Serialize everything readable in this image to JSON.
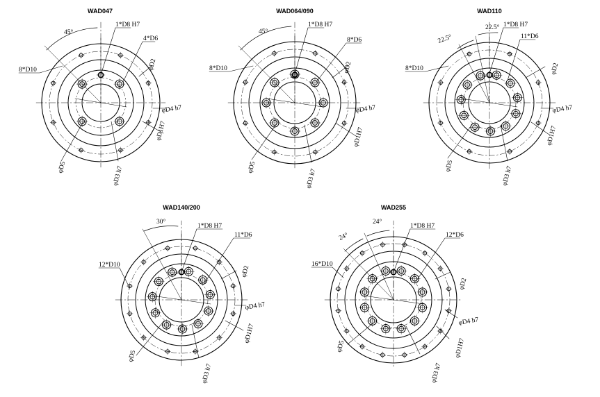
{
  "drawings": [
    {
      "title": "WAD047",
      "angles": [
        "45°"
      ],
      "labels": {
        "pin": "1*D8 H7",
        "holes": "4*D6",
        "outer_holes": "8*D10",
        "d2": "φD2",
        "d4": "φD4 h7",
        "d1": "φD1H7",
        "d3": "φD3 h7",
        "d5": "φD5"
      }
    },
    {
      "title": "WAD064/090",
      "angles": [
        "45°"
      ],
      "labels": {
        "pin": "1*D8 H7",
        "holes": "8*D6",
        "outer_holes": "8*D10",
        "d2": "φD2",
        "d4": "φD4 h7",
        "d1": "φD1H7",
        "d3": "φD3 h7",
        "d5": "φD5"
      }
    },
    {
      "title": "WAD110",
      "angles": [
        "22.5°",
        "22.5°"
      ],
      "labels": {
        "pin": "1*D8 H7",
        "holes": "11*D6",
        "outer_holes": "8*D10",
        "d2": "φD2",
        "d4": "φD4 h7",
        "d1": "φD1H7",
        "d3": "φD3 h7",
        "d5": "φD5"
      }
    },
    {
      "title": "WAD140/200",
      "angles": [
        "30°"
      ],
      "labels": {
        "pin": "1*D8 H7",
        "holes": "11*D6",
        "outer_holes": "12*D10",
        "d2": "φD2",
        "d4": "φD4 h7",
        "d1": "φD1H7",
        "d3": "φD3 h7",
        "d5": "φD5"
      }
    },
    {
      "title": "WAD255",
      "angles": [
        "24°",
        "24°"
      ],
      "labels": {
        "pin": "1*D8 H7",
        "holes": "12*D6",
        "outer_holes": "16*D10",
        "d2": "φD2",
        "d4": "φD4 h7",
        "d1": "φD1H7",
        "d3": "φD3 h7",
        "d5": "φD5"
      }
    }
  ]
}
